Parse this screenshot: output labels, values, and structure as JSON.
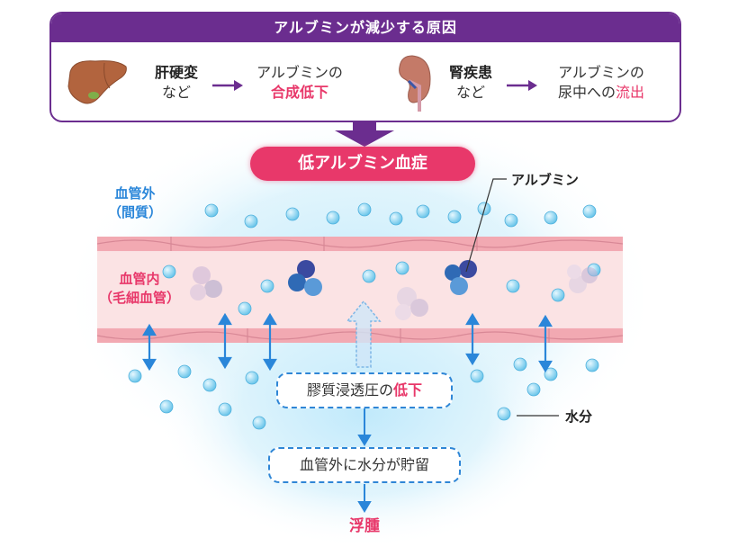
{
  "header": {
    "title": "アルブミンが減少する原因"
  },
  "causes": {
    "liver": {
      "name": "肝硬変",
      "suffix": "など",
      "result_line1": "アルブミンの",
      "result_highlight": "合成低下"
    },
    "kidney": {
      "name": "腎疾患",
      "suffix": "など",
      "result_line1": "アルブミンの",
      "result_line2_prefix": "尿中への",
      "result_highlight": "流出"
    }
  },
  "condition": "低アルブミン血症",
  "labels": {
    "outside_line1": "血管外",
    "outside_line2": "（間質）",
    "inside_line1": "血管内",
    "inside_line2": "（毛細血管）",
    "albumin": "アルブミン",
    "water": "水分"
  },
  "flow": {
    "step1_prefix": "膠質浸透圧の",
    "step1_highlight": "低下",
    "step2": "血管外に水分が貯留",
    "result": "浮腫"
  },
  "colors": {
    "purple": "#6b2d8f",
    "pink": "#e8386a",
    "blue": "#2a86d9",
    "vessel": "#f4c4c8"
  }
}
